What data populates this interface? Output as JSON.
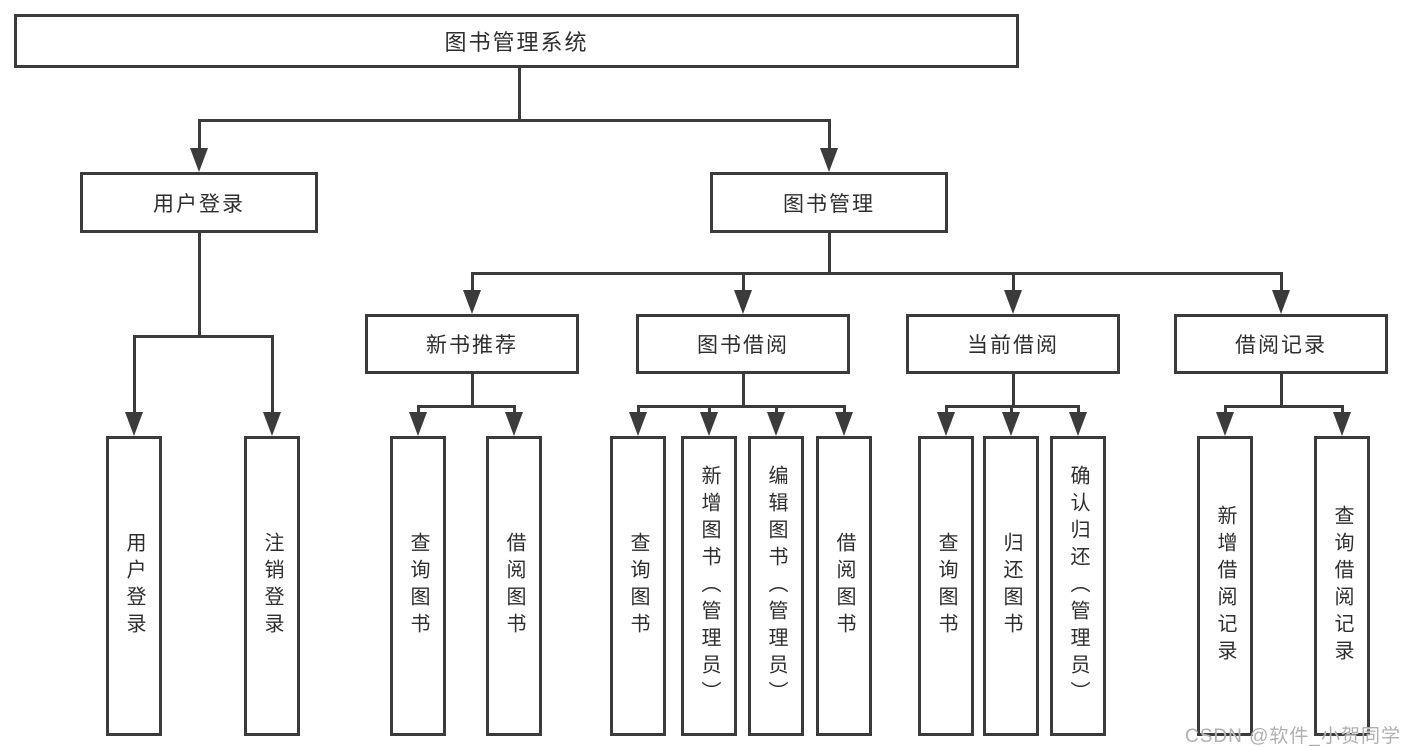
{
  "diagram": {
    "root": {
      "label": "图书管理系统"
    },
    "login_branch": {
      "label": "用户登录",
      "children": [
        {
          "label": "用户登录"
        },
        {
          "label": "注销登录"
        }
      ]
    },
    "mgmt_branch": {
      "label": "图书管理",
      "groups": [
        {
          "label": "新书推荐",
          "children": [
            {
              "label": "查询图书"
            },
            {
              "label": "借阅图书"
            }
          ]
        },
        {
          "label": "图书借阅",
          "children": [
            {
              "label": "查询图书"
            },
            {
              "label": "新增图书（管理员）"
            },
            {
              "label": "编辑图书（管理员）"
            },
            {
              "label": "借阅图书"
            }
          ]
        },
        {
          "label": "当前借阅",
          "children": [
            {
              "label": "查询图书"
            },
            {
              "label": "归还图书"
            },
            {
              "label": "确认归还（管理员）"
            }
          ]
        },
        {
          "label": "借阅记录",
          "children": [
            {
              "label": "新增借阅记录"
            },
            {
              "label": "查询借阅记录"
            }
          ]
        }
      ]
    }
  },
  "watermark": {
    "text": "CSDN @软件_小贺同学"
  },
  "colors": {
    "line": "#3b3b3b",
    "text": "#2e2e2e",
    "background": "#ffffff",
    "watermark": "#acacac"
  }
}
